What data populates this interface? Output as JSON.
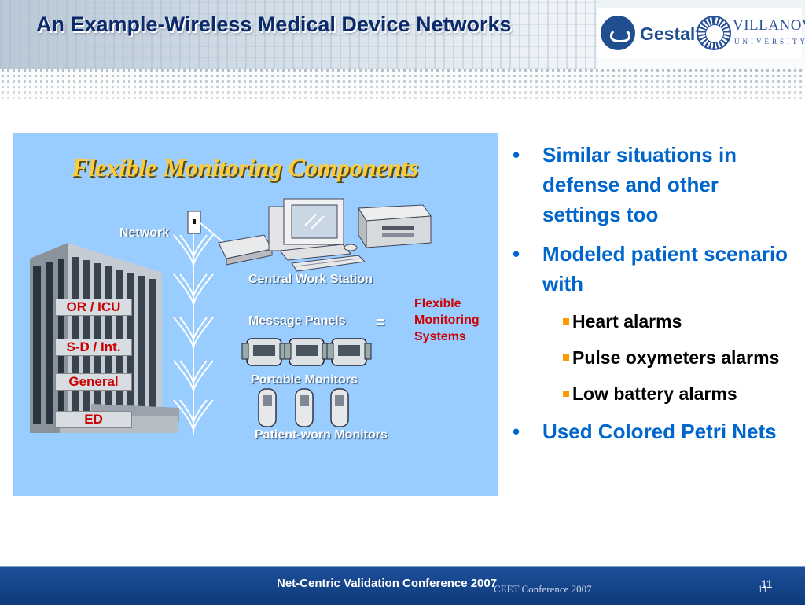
{
  "slide": {
    "title": "An Example-Wireless Medical Device Networks"
  },
  "logos": {
    "gestalt": "Gestalt",
    "villanova": "VILLANOVA",
    "villanova_sub": "UNIVERSITY"
  },
  "diagram": {
    "title": "Flexible Monitoring Components",
    "network_label": "Network",
    "central_station_label": "Central Work Station",
    "message_panels_label": "Message Panels",
    "equals_sign": "=",
    "flexible_systems_label": [
      "Flexible",
      "Monitoring",
      "Systems"
    ],
    "portable_monitors_label": "Portable Monitors",
    "patient_worn_label": "Patient-worn Monitors",
    "floors": [
      "OR / ICU",
      "S-D / Int.",
      "General",
      "ED"
    ],
    "colors": {
      "panel_bg": "#99ccff",
      "title": "#ffcc33",
      "red_label": "#cc0000"
    }
  },
  "bullets": [
    {
      "level": 1,
      "text": "Similar situations in defense and other settings too"
    },
    {
      "level": 1,
      "text": "Modeled patient scenario with"
    },
    {
      "level": 2,
      "text": "Heart alarms"
    },
    {
      "level": 2,
      "text": "Pulse oxymeters alarms"
    },
    {
      "level": 2,
      "text": "Low battery alarms"
    },
    {
      "level": 1,
      "text": "Used Colored Petri Nets"
    }
  ],
  "footer": {
    "conference": "Net-Centric Validation Conference 2007",
    "ghost_conference": "CEET Conference 2007",
    "page_number": "11",
    "ghost_page_number": "11"
  }
}
